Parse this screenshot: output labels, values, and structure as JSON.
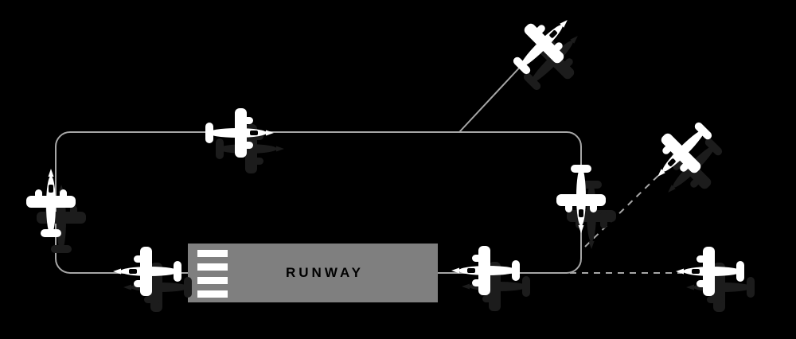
{
  "runway": {
    "label": "RUNWAY",
    "threshold_stripe_count": 4
  },
  "aircraft": [
    {
      "name": "upwind-aircraft",
      "heading": "west"
    },
    {
      "name": "crosswind-aircraft",
      "heading": "north"
    },
    {
      "name": "downwind-aircraft",
      "heading": "east"
    },
    {
      "name": "departing-aircraft",
      "heading": "northeast"
    },
    {
      "name": "base-leg-aircraft",
      "heading": "south"
    },
    {
      "name": "final-approach-aircraft",
      "heading": "west"
    },
    {
      "name": "base-entry-aircraft",
      "heading": "southwest"
    },
    {
      "name": "straight-in-aircraft",
      "heading": "west"
    }
  ],
  "paths": {
    "circuit": "solid",
    "departure": "solid",
    "base_entry": "dashed",
    "straight_in": "dashed"
  },
  "colors": {
    "background": "#000000",
    "pattern_line": "#a6a6a6",
    "runway_fill": "#7f7f7f",
    "runway_text": "#000000",
    "threshold_stripes": "#ffffff",
    "aircraft": "#ffffff",
    "aircraft_shadow": "#1c1c1c"
  }
}
